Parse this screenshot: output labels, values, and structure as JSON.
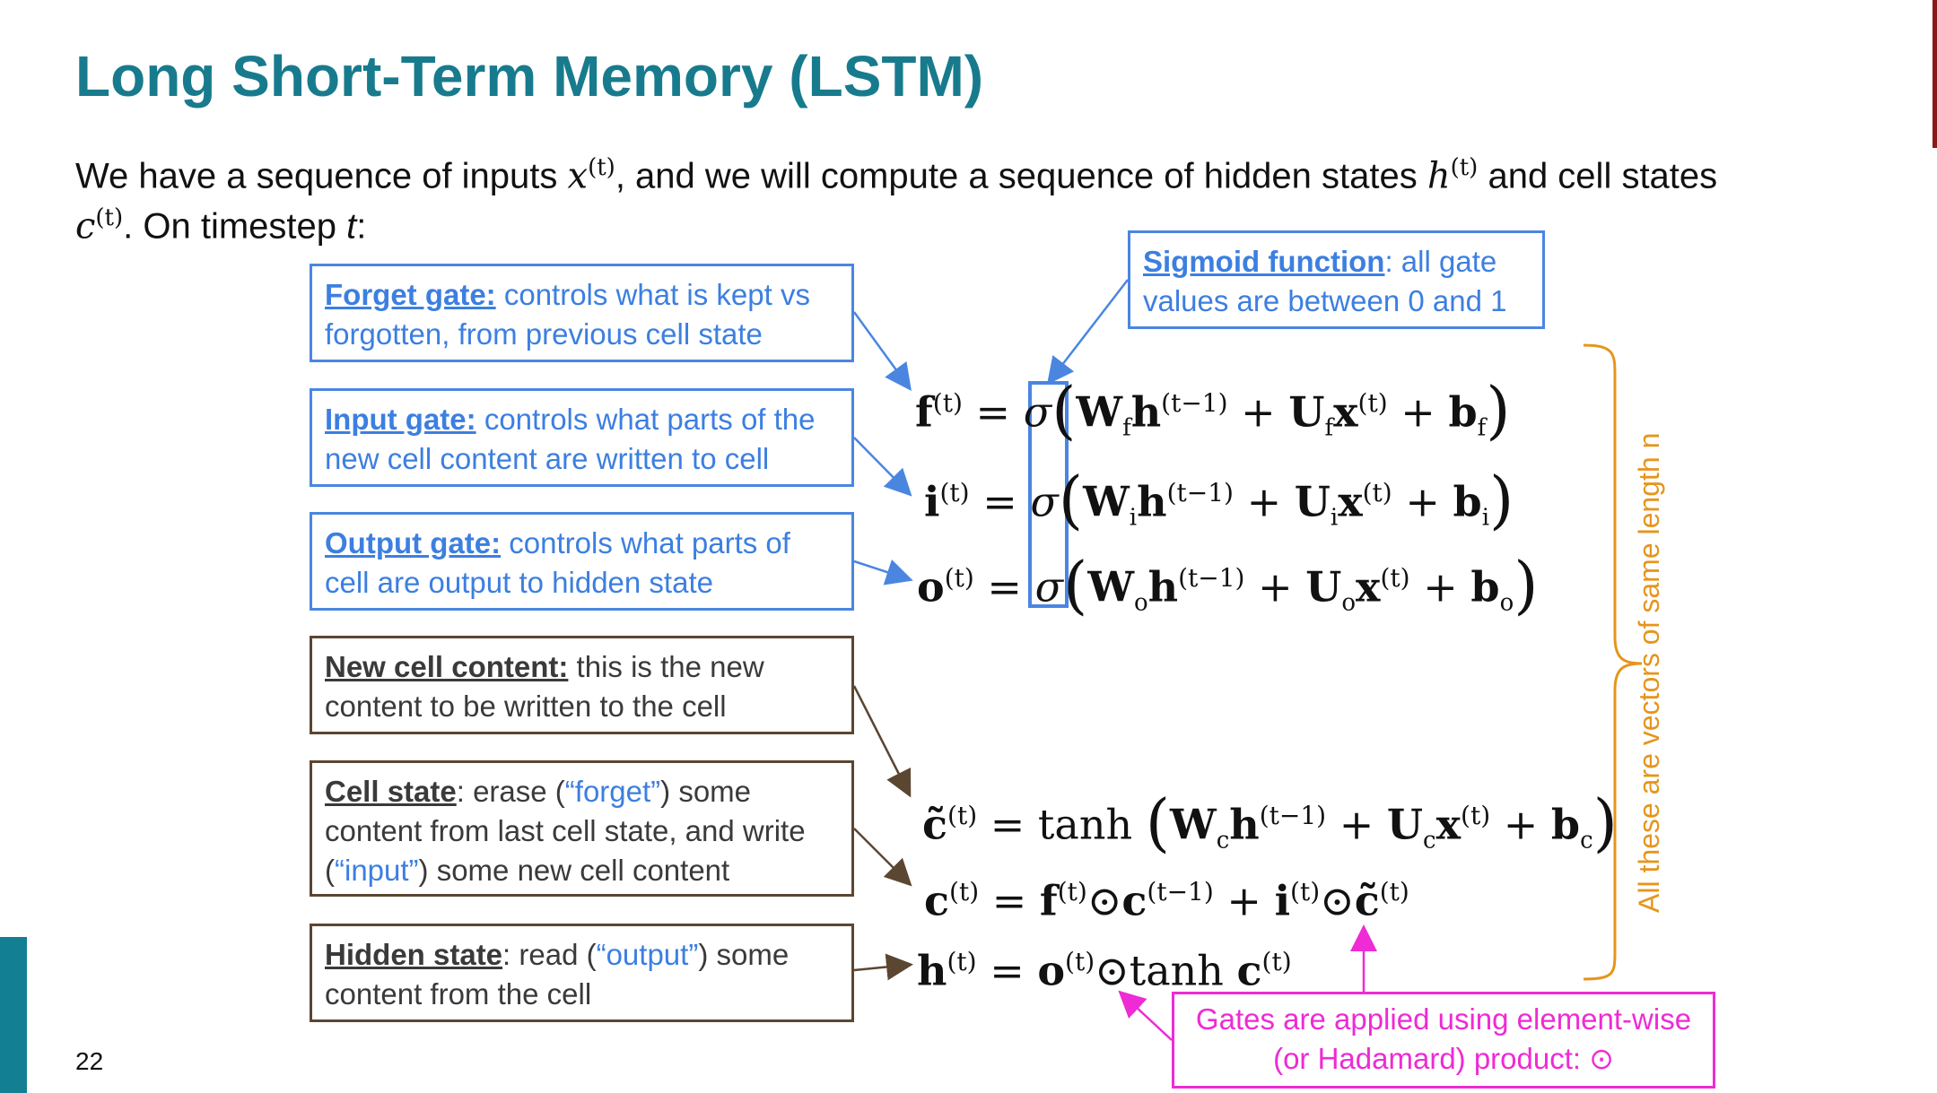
{
  "slide": {
    "title": "Long Short-Term Memory (LSTM)",
    "page_number": "22"
  },
  "intro": {
    "line1_a": "We have a sequence of inputs ",
    "x_var": "x",
    "line1_b": ", and we will compute a sequence of hidden states ",
    "h_var": "h",
    "line1_c": " and cell states",
    "c_var": "c",
    "line2_b": ".  On timestep ",
    "t_var": "t",
    "line2_c": ":",
    "sup_t": "(t)"
  },
  "boxes": {
    "forget": {
      "keyword": "Forget gate:",
      "text": " controls what is kept vs forgotten, from previous cell state"
    },
    "input": {
      "keyword": "Input gate:",
      "text": " controls what parts of the new cell content are written to cell"
    },
    "output": {
      "keyword": "Output gate:",
      "text": " controls what parts of cell are output to hidden state"
    },
    "new_cell": {
      "keyword": "New cell content:",
      "text": " this is the new content to be written to the cell"
    },
    "cell_state": {
      "keyword": "Cell state",
      "text_a": ": erase (",
      "q_forget": "“forget”",
      "text_b": ") some content from last cell state, and write (",
      "q_input": "“input”",
      "text_c": ") some new cell content"
    },
    "hidden_state": {
      "keyword": "Hidden state",
      "text_a": ": read (",
      "q_output": "“output”",
      "text_b": ") some content from the cell"
    },
    "sigmoid": {
      "keyword": "Sigmoid function",
      "text": ": all gate values are between 0 and 1"
    },
    "gates_note": {
      "line1": "Gates are applied using element-wise",
      "line2": "(or Hadamard) product: ⊙"
    }
  },
  "side_note": "All these are vectors of same length n",
  "equations": {
    "f": {
      "lhs": "f",
      "sup": "(t)",
      "sigma": "σ",
      "W": "W",
      "Wsub": "f",
      "h": "h",
      "hsup": "(t−1)",
      "U": "U",
      "Usub": "f",
      "x": "x",
      "xsup": "(t)",
      "b": "b",
      "bsub": "f"
    },
    "i": {
      "lhs": "i",
      "sup": "(t)",
      "sigma": "σ",
      "W": "W",
      "Wsub": "i",
      "h": "h",
      "hsup": "(t−1)",
      "U": "U",
      "Usub": "i",
      "x": "x",
      "xsup": "(t)",
      "b": "b",
      "bsub": "i"
    },
    "o": {
      "lhs": "o",
      "sup": "(t)",
      "sigma": "σ",
      "W": "W",
      "Wsub": "o",
      "h": "h",
      "hsup": "(t−1)",
      "U": "U",
      "Usub": "o",
      "x": "x",
      "xsup": "(t)",
      "b": "b",
      "bsub": "o"
    },
    "c_tilde": {
      "lhs": "c̃",
      "sup": "(t)",
      "fn": "tanh",
      "W": "W",
      "Wsub": "c",
      "h": "h",
      "hsup": "(t−1)",
      "U": "U",
      "Usub": "c",
      "x": "x",
      "xsup": "(t)",
      "b": "b",
      "bsub": "c"
    },
    "c": {
      "lhs": "c",
      "sup": "(t)",
      "f": "f",
      "fsup": "(t)",
      "c_prev": "c",
      "c_prev_sup": "(t−1)",
      "i": "i",
      "isup": "(t)",
      "ct": "c̃",
      "ctsup": "(t)"
    },
    "h": {
      "lhs": "h",
      "sup": "(t)",
      "o": "o",
      "osup": "(t)",
      "fn": "tanh",
      "c": "c",
      "csup": "(t)"
    },
    "equals": "=",
    "plus": "+",
    "odot": "⊙",
    "lparen": "(",
    "rparen": ")"
  },
  "colors": {
    "title": "#187b8d",
    "blue": "#4a86e0",
    "brown": "#5b4632",
    "pink": "#ee2bd4",
    "orange": "#e6951c"
  }
}
